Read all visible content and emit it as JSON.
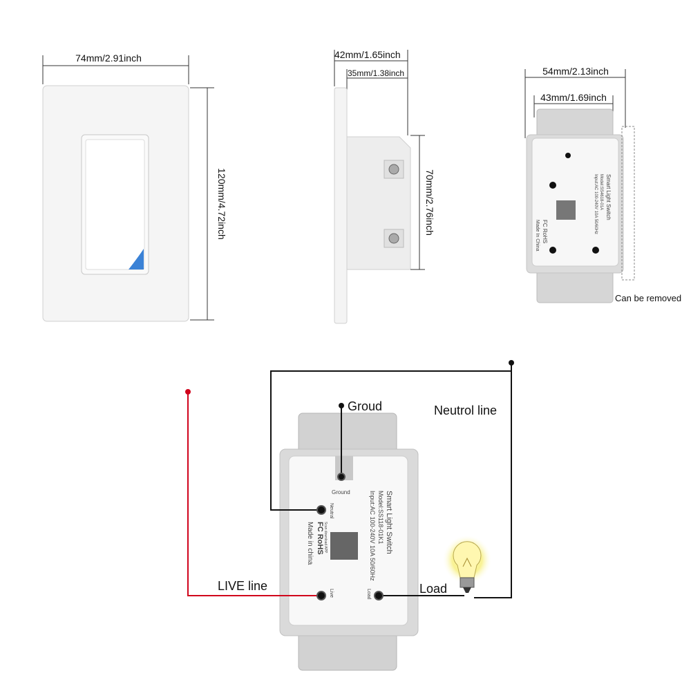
{
  "dimensions": {
    "front_width": "74mm/2.91inch",
    "front_height": "120mm/4.72inch",
    "side_depth_total": "42mm/1.65inch",
    "side_depth_body": "35mm/1.38inch",
    "side_body_height": "70mm/2.76inch",
    "back_width_outer": "54mm/2.13inch",
    "back_width_inner": "43mm/1.69inch",
    "removable_note": "Can be removed"
  },
  "device_label": {
    "title": "Smart Light Switch",
    "model_small": "Model:SS4618-01A",
    "input_small": "Input:AC 100-240V 10A 50/60Hz",
    "model": "Model:SS118-01K1",
    "input": "Input:AC 100-240V 10A 50/60Hz",
    "app": "Scan download APP",
    "certs": "FC RoHS",
    "origin_small": "Made In China",
    "origin": "Made in china",
    "terminal_ground": "Ground",
    "terminal_neutral": "Neutral",
    "terminal_live": "Live",
    "terminal_load": "Load"
  },
  "wiring": {
    "ground_label": "Groud",
    "neutral_label": "Neutrol line",
    "live_label": "LIVE line",
    "load_label": "Load",
    "live_color": "#d0021b",
    "wire_color": "#111111",
    "bulb_icon": "light-bulb-icon"
  },
  "colors": {
    "plate": "#f4f4f4",
    "accent_led": "#3b82d6",
    "bracket": "#d4d4d4"
  }
}
